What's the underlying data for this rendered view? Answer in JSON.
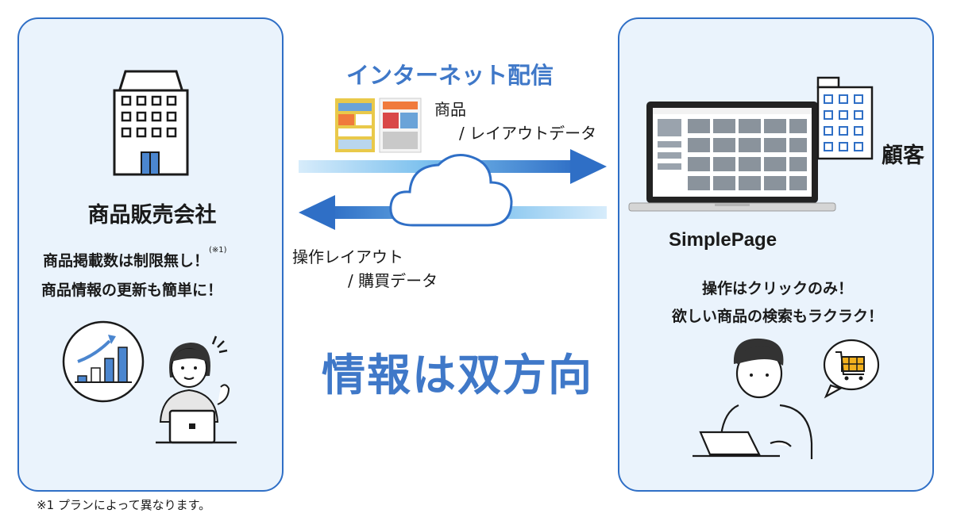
{
  "left_panel": {
    "company_label": "商品販売会社",
    "feature_line1": "商品掲載数は制限無し！",
    "feature_line1_note": "(※1)",
    "feature_line2": "商品情報の更新も簡単に！"
  },
  "right_panel": {
    "customer_label": "顧客",
    "product_name": "SimplePage",
    "feature_line1": "操作はクリックのみ！",
    "feature_line2": "欲しい商品の検索もラクラク！"
  },
  "center": {
    "internet_title": "インターネット配信",
    "upper_label_line1": "商品",
    "upper_label_line2": "/ レイアウトデータ",
    "lower_label_line1": "操作レイアウト",
    "lower_label_line2": "/ 購買データ",
    "big_title": "情報は双方向"
  },
  "footnote": "※1 プランによって異なります。",
  "colors": {
    "accent_blue": "#3f78c8",
    "panel_border": "#2f6fc6",
    "panel_bg": "#eaf3fc"
  },
  "icons": [
    "building-icon",
    "office-building-icon",
    "laptop-icon",
    "cloud-icon",
    "arrow-right-icon",
    "arrow-left-icon",
    "bar-chart-icon",
    "cart-icon",
    "woman-with-laptop-illustration",
    "man-with-laptop-illustration",
    "flyer-thumbnail"
  ]
}
